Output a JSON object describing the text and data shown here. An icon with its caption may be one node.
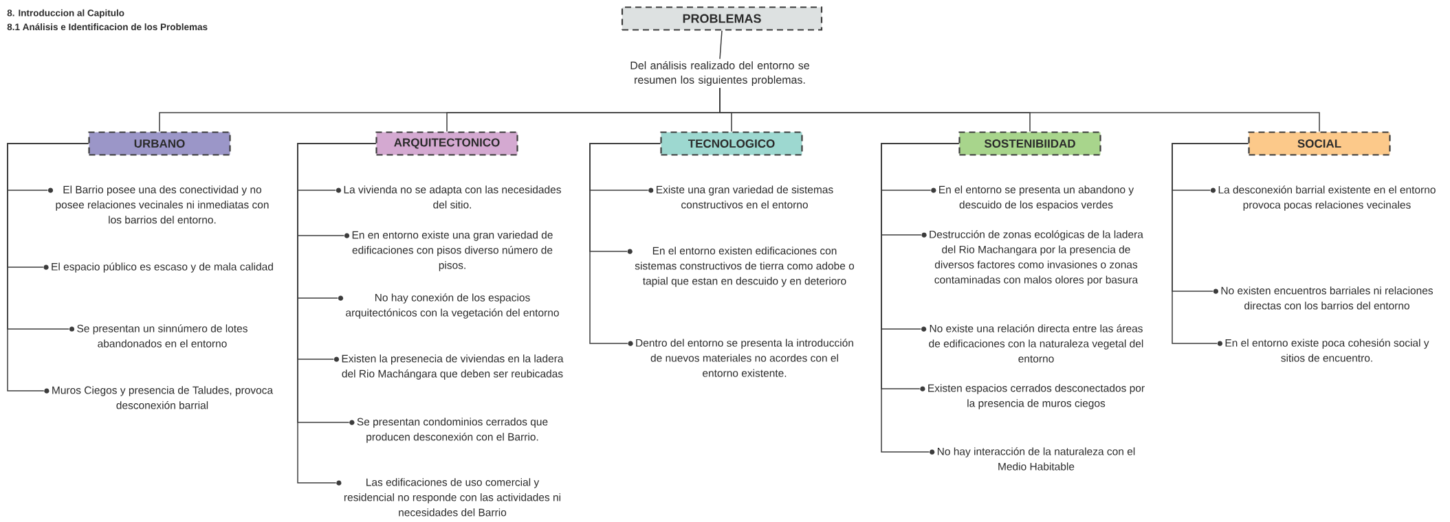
{
  "diagram": {
    "nodes": [
      {
        "text": [
          "PROBLEMAS"
        ]
      },
      {
        "text": [
          "Del análisis realizado del entorno se resumen los siguientes problemas."
        ]
      },
      {
        "text": [
          "URBANO"
        ]
      },
      {
        "text": [
          "ARQUITECTONICO"
        ]
      },
      {
        "text": [
          "TECNOLOGICO"
        ]
      },
      {
        "text": [
          "SOSTENIBIIDAD"
        ]
      },
      {
        "text": [
          "SOCIAL"
        ]
      },
      {
        "text": [
          "El Barrio posee una des conectividad y no posee relaciones vecinales ni inmediatas con los barrios del entorno."
        ]
      },
      {
        "text": [
          "El espacio público es escaso y de mala calidad"
        ]
      },
      {
        "text": [
          "Se presentan un sinnúmero de lotes abandonados en el entorno"
        ]
      },
      {
        "text": [
          "Muros Ciegos y presencia de Taludes, provoca desconexión barrial"
        ]
      },
      {
        "text": [
          "La vivienda no se adapta con las necesidades del sitio."
        ]
      },
      {
        "text": [
          "En en entorno existe una gran variedad de edificaciones con pisos diverso número de pisos."
        ]
      },
      {
        "text": [
          "No hay conexión de los espacios arquitectónicos  con la vegetación del entorno"
        ]
      },
      {
        "text": [
          "Existen la presenecia de viviendas en la ladera del Rio Machángara que deben ser reubicadas"
        ]
      },
      {
        "text": [
          "Se presentan condominios cerrados que producen desconexión con el Barrio."
        ]
      },
      {
        "text": [
          "Las edificaciones de uso comercial y residencial  no responde con las actividades ni necesidades del Barrio"
        ]
      },
      {
        "text": [
          "Existe una gran variedad de sistemas  constructivos en el entorno"
        ]
      },
      {
        "text": [
          "En el entorno existen edificaciones con sistemas constructivos de tierra como adobe o tapial que estan en descuido y  en deterioro"
        ]
      },
      {
        "text": [
          "Dentro del entorno se presenta la introducción de nuevos materiales no acordes con el entorno existente."
        ]
      },
      {
        "text": [
          "En el entorno se presenta un abandono y descuido de los espacios verdes"
        ]
      },
      {
        "text": [
          "Destrucción de zonas ecológicas de la ladera del Rio Machangara por la presencia de diversos factores como invasiones o zonas contaminadas con malos olores por basura"
        ]
      },
      {
        "text": [
          "No existe una relación directa entre las áreas de edificaciones con la naturaleza vegetal del entorno"
        ]
      },
      {
        "text": [
          "Existen espacios cerrados desconectados por la presencia de muros ciegos"
        ]
      },
      {
        "text": [
          "No hay interacción de la naturaleza con el Medio Habitable"
        ]
      },
      {
        "text": [
          "La desconexión barrial existente en el entorno provoca pocas relaciones vecinales"
        ]
      },
      {
        "text": [
          "No existen encuentros barriales ni relaciones directas con los barrios del entorno"
        ]
      },
      {
        "text": [
          "En el entorno existe poca  cohesión social y sitios de encuentro."
        ]
      }
    ],
    "edges": [
      {
        "from": 0,
        "to": 1,
        "arrow": "none"
      },
      {
        "from": 1,
        "to": 2,
        "arrow": "none"
      },
      {
        "from": 1,
        "to": 3,
        "arrow": "none"
      },
      {
        "from": 1,
        "to": 4,
        "arrow": "none"
      },
      {
        "from": 1,
        "to": 5,
        "arrow": "none"
      },
      {
        "from": 1,
        "to": 6,
        "arrow": "none"
      },
      {
        "from": 2,
        "to": 7,
        "arrow": "none"
      },
      {
        "from": 2,
        "to": 8,
        "arrow": "none"
      },
      {
        "from": 2,
        "to": 9,
        "arrow": "none"
      },
      {
        "from": 2,
        "to": 10,
        "arrow": "none"
      },
      {
        "from": 3,
        "to": 11,
        "arrow": "none"
      },
      {
        "from": 3,
        "to": 12,
        "arrow": "none"
      },
      {
        "from": 3,
        "to": 13,
        "arrow": "none"
      },
      {
        "from": 3,
        "to": 14,
        "arrow": "none"
      },
      {
        "from": 3,
        "to": 15,
        "arrow": "none"
      },
      {
        "from": 3,
        "to": 16,
        "arrow": "none"
      },
      {
        "from": 4,
        "to": 17,
        "arrow": "none"
      },
      {
        "from": 4,
        "to": 18,
        "arrow": "none"
      },
      {
        "from": 4,
        "to": 19,
        "arrow": "none"
      },
      {
        "from": 5,
        "to": 20,
        "arrow": "none"
      },
      {
        "from": 5,
        "to": 21,
        "arrow": "none"
      },
      {
        "from": 5,
        "to": 22,
        "arrow": "none"
      },
      {
        "from": 5,
        "to": 23,
        "arrow": "none"
      },
      {
        "from": 5,
        "to": 24,
        "arrow": "none"
      },
      {
        "from": 6,
        "to": 25,
        "arrow": "none"
      },
      {
        "from": 6,
        "to": 26,
        "arrow": "none"
      },
      {
        "from": 6,
        "to": 27,
        "arrow": "none"
      }
    ],
    "labels": [
      "8. Introduccion al Capitulo",
      "8.1 Análisis e Identificacion de los Problemas"
    ]
  }
}
